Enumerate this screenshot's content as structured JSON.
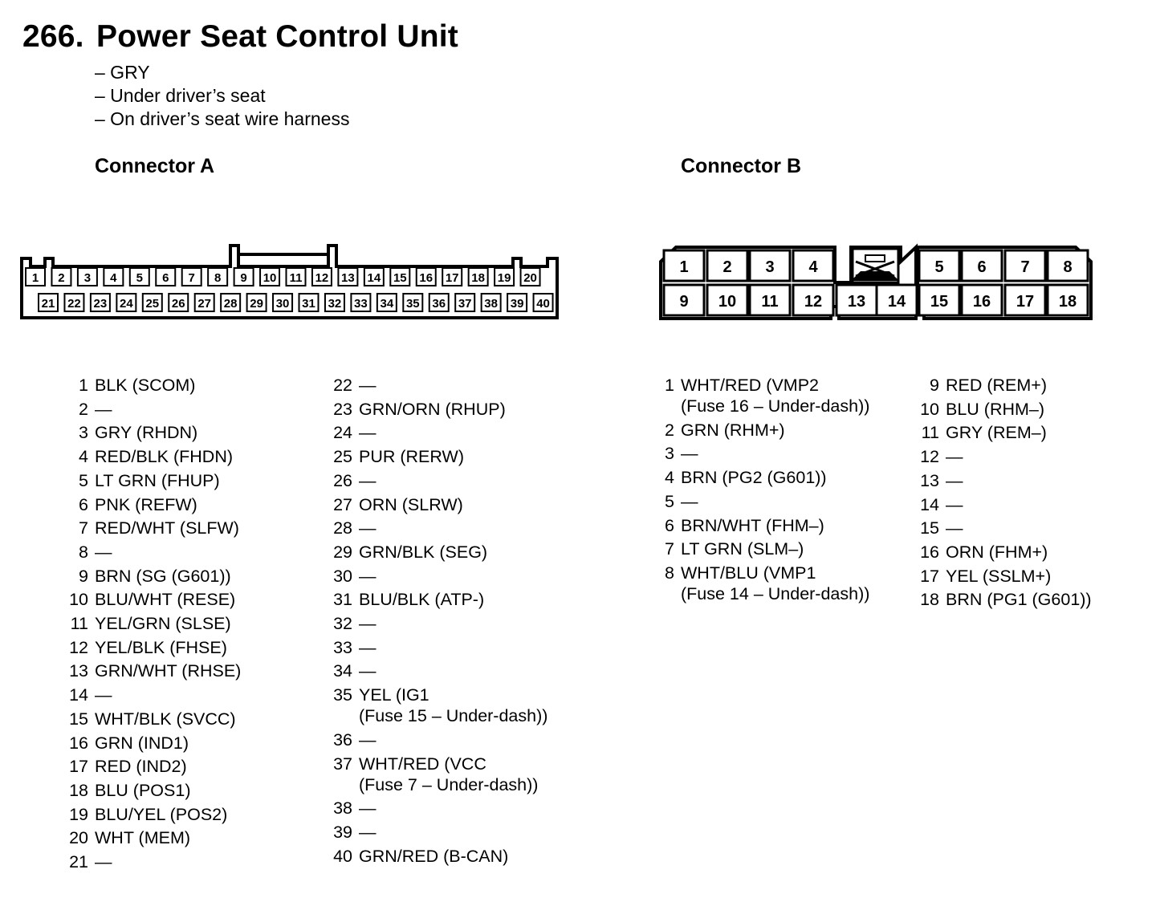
{
  "page": {
    "number": "266.",
    "title": "Power Seat Control Unit",
    "description": [
      "– GRY",
      "– Under driver’s seat",
      "– On driver’s seat wire harness"
    ]
  },
  "connector_a": {
    "heading": "Connector A",
    "cavities_top": [
      "1",
      "2",
      "3",
      "4",
      "5",
      "6",
      "7",
      "8",
      "9",
      "10",
      "11",
      "12",
      "13",
      "14",
      "15",
      "16",
      "17",
      "18",
      "19",
      "20"
    ],
    "cavities_bottom": [
      "21",
      "22",
      "23",
      "24",
      "25",
      "26",
      "27",
      "28",
      "29",
      "30",
      "31",
      "32",
      "33",
      "34",
      "35",
      "36",
      "37",
      "38",
      "39",
      "40"
    ],
    "pins": [
      {
        "num": "1",
        "text": "BLK (SCOM)"
      },
      {
        "num": "2",
        "text": "—"
      },
      {
        "num": "3",
        "text": "GRY (RHDN)"
      },
      {
        "num": "4",
        "text": "RED/BLK (FHDN)"
      },
      {
        "num": "5",
        "text": "LT GRN (FHUP)"
      },
      {
        "num": "6",
        "text": "PNK (REFW)"
      },
      {
        "num": "7",
        "text": "RED/WHT (SLFW)"
      },
      {
        "num": "8",
        "text": "—"
      },
      {
        "num": "9",
        "text": "BRN (SG (G601))"
      },
      {
        "num": "10",
        "text": "BLU/WHT (RESE)"
      },
      {
        "num": "11",
        "text": "YEL/GRN (SLSE)"
      },
      {
        "num": "12",
        "text": "YEL/BLK (FHSE)"
      },
      {
        "num": "13",
        "text": "GRN/WHT (RHSE)"
      },
      {
        "num": "14",
        "text": "—"
      },
      {
        "num": "15",
        "text": "WHT/BLK (SVCC)"
      },
      {
        "num": "16",
        "text": "GRN (IND1)"
      },
      {
        "num": "17",
        "text": "RED (IND2)"
      },
      {
        "num": "18",
        "text": "BLU (POS1)"
      },
      {
        "num": "19",
        "text": "BLU/YEL (POS2)"
      },
      {
        "num": "20",
        "text": "WHT (MEM)"
      },
      {
        "num": "21",
        "text": "—"
      },
      {
        "num": "22",
        "text": "—"
      },
      {
        "num": "23",
        "text": "GRN/ORN (RHUP)"
      },
      {
        "num": "24",
        "text": "—"
      },
      {
        "num": "25",
        "text": "PUR (RERW)"
      },
      {
        "num": "26",
        "text": "—"
      },
      {
        "num": "27",
        "text": "ORN (SLRW)"
      },
      {
        "num": "28",
        "text": "—"
      },
      {
        "num": "29",
        "text": "GRN/BLK (SEG)"
      },
      {
        "num": "30",
        "text": "—"
      },
      {
        "num": "31",
        "text": "BLU/BLK (ATP-)"
      },
      {
        "num": "32",
        "text": "—"
      },
      {
        "num": "33",
        "text": "—"
      },
      {
        "num": "34",
        "text": "—"
      },
      {
        "num": "35",
        "text": "YEL (IG1",
        "cont": "(Fuse 15 – Under-dash))"
      },
      {
        "num": "36",
        "text": "—"
      },
      {
        "num": "37",
        "text": "WHT/RED (VCC",
        "cont": "(Fuse 7 – Under-dash))"
      },
      {
        "num": "38",
        "text": "—"
      },
      {
        "num": "39",
        "text": "—"
      },
      {
        "num": "40",
        "text": "GRN/RED (B-CAN)"
      }
    ]
  },
  "connector_b": {
    "heading": "Connector B",
    "cavities_top": [
      "1",
      "2",
      "3",
      "4",
      "5",
      "6",
      "7",
      "8"
    ],
    "cavities_bottom": [
      "9",
      "10",
      "11",
      "12",
      "13",
      "14",
      "15",
      "16",
      "17",
      "18"
    ],
    "pins": [
      {
        "num": "1",
        "text": "WHT/RED (VMP2",
        "cont": "(Fuse 16 – Under-dash))"
      },
      {
        "num": "2",
        "text": "GRN (RHM+)"
      },
      {
        "num": "3",
        "text": "—"
      },
      {
        "num": "4",
        "text": "BRN (PG2 (G601))"
      },
      {
        "num": "5",
        "text": "—"
      },
      {
        "num": "6",
        "text": "BRN/WHT (FHM–)"
      },
      {
        "num": "7",
        "text": "LT GRN (SLM–)"
      },
      {
        "num": "8",
        "text": "WHT/BLU (VMP1",
        "cont": "(Fuse 14 – Under-dash))"
      },
      {
        "num": "9",
        "text": "RED (REM+)"
      },
      {
        "num": "10",
        "text": "BLU (RHM–)"
      },
      {
        "num": "11",
        "text": "GRY (REM–)"
      },
      {
        "num": "12",
        "text": "—"
      },
      {
        "num": "13",
        "text": "—"
      },
      {
        "num": "14",
        "text": "—"
      },
      {
        "num": "15",
        "text": "—"
      },
      {
        "num": "16",
        "text": "ORN (FHM+)"
      },
      {
        "num": "17",
        "text": "YEL (SSLM+)"
      },
      {
        "num": "18",
        "text": "BRN (PG1 (G601))"
      }
    ]
  }
}
